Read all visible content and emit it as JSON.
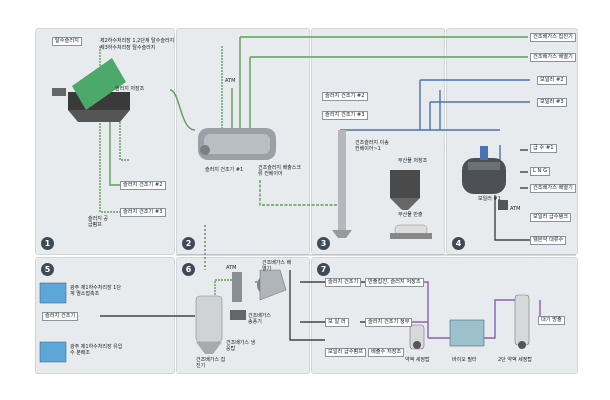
{
  "panels": {
    "p1": "1",
    "p2": "2",
    "p3": "3",
    "p4": "4",
    "p5": "5",
    "p6": "6",
    "p7": "7"
  },
  "p1": {
    "sludge_in": "탈수슬러지",
    "plant_note_1": "제2하수처리장 1,2단계 탈수슬러지",
    "plant_note_2": "제3하수처리장 탈수슬러지",
    "silo": "슬러지 저장조",
    "to_dryer2": "슬러지 건조기 #2",
    "to_dryer3": "슬러지 건조기 #3",
    "pump": "슬러지 공급펌프"
  },
  "p2": {
    "atm": "ATM",
    "dryer1": "슬러지 건조기 #1",
    "conveyor": "건조슬러지 배출스크류 컨베이어"
  },
  "p3": {
    "dryer2": "슬러지 건조기 #2",
    "dryer3": "슬러지 건조기 #3",
    "bucket": "건조슬러지 이송 컨베이어~1",
    "storage": "부산물 저장조",
    "truck": "부산물 반출"
  },
  "p4": {
    "gas_collect": "건조배가스 집진기",
    "gas_exhaust": "건조배가스 배열기",
    "boiler2": "보일러 #2",
    "boiler3": "보일러 #3",
    "water": "급 수 #1",
    "lng": "L N G",
    "gas_exhaust2": "건조배가스 배열기",
    "boiler1": "보일러 #1",
    "atm": "ATM",
    "feed_tank": "보일러 급수탱크",
    "condensate": "웰본약 대류수"
  },
  "p5": {
    "plant2": "광주 제1하수처리장 1단계 멸소접촉조",
    "dryer": "슬러지 건조기",
    "plant3": "광주 제1하수처리장 유입수 분배조"
  },
  "p6": {
    "atm": "ATM",
    "exhaust_fan": "건조배가스 배열기",
    "cyclone": "건조배가스 집진기",
    "scrubber": "건조배가스 냉응탑",
    "cooler": "건조배가스 송풍기"
  },
  "p7": {
    "dryer": "슬러지 건조기",
    "deodor": "반출집진, 슬러지 저장조",
    "boiler": "보 일 러",
    "dryer_intake": "슬러지 건조기 청부",
    "feed_pump": "보일러 급수펌프",
    "drain_tank": "배출수 저장조",
    "wash1": "약액 세정탑",
    "bio": "바이오 필터",
    "wash2": "2단 약액 세정탑",
    "discharge": "대기 방출"
  }
}
